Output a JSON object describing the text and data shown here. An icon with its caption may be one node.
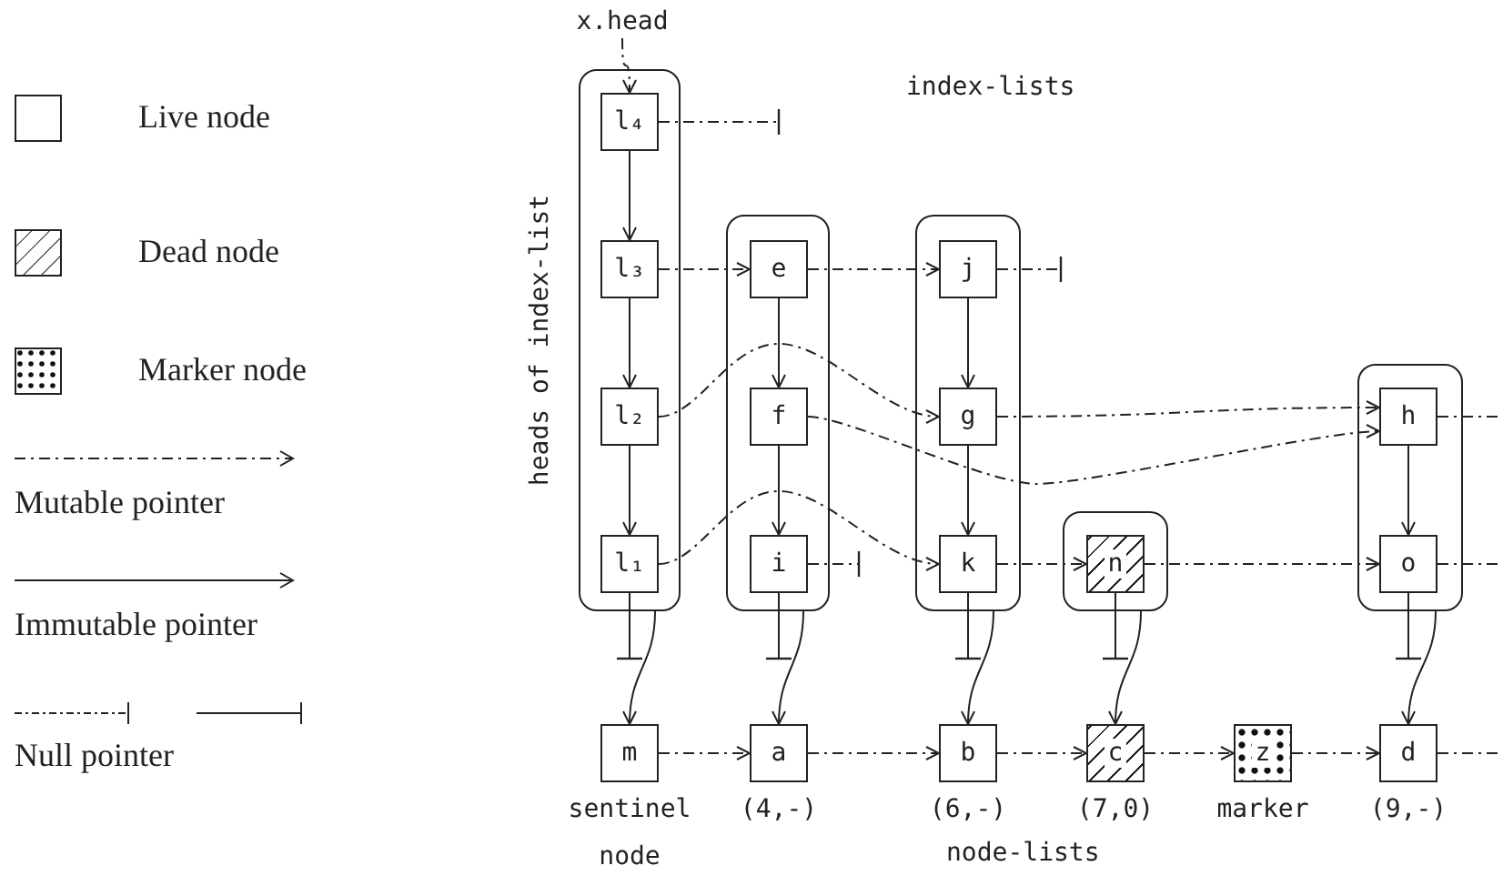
{
  "diagram": {
    "nodes": [
      {
        "text": [
          "x.head"
        ]
      },
      {
        "text": [
          "heads of index-list"
        ]
      },
      {
        "text": [
          "l₄"
        ],
        "in": 1
      },
      {
        "text": [
          "l₃"
        ],
        "in": 1
      },
      {
        "text": [
          "l₂"
        ],
        "in": 1
      },
      {
        "text": [
          "l₁"
        ],
        "in": 1
      },
      {
        "text": [],
        "shape": "box"
      },
      {
        "text": [
          "e"
        ],
        "in": 6
      },
      {
        "text": [
          "f"
        ],
        "in": 6
      },
      {
        "text": [
          "i"
        ],
        "in": 6
      },
      {
        "text": [],
        "shape": "box"
      },
      {
        "text": [
          "j"
        ],
        "in": 10
      },
      {
        "text": [
          "g"
        ],
        "in": 10
      },
      {
        "text": [
          "k"
        ],
        "in": 10
      },
      {
        "text": [],
        "shape": "box"
      },
      {
        "text": [
          "n"
        ],
        "in": 14
      },
      {
        "text": [],
        "shape": "box"
      },
      {
        "text": [
          "h"
        ],
        "in": 16
      },
      {
        "text": [
          "o"
        ],
        "in": 16
      },
      {
        "text": [
          "m"
        ],
        "beside": [
          "sentinel node"
        ]
      },
      {
        "text": [
          "a"
        ],
        "beside": [
          "(4,-)"
        ]
      },
      {
        "text": [
          "b"
        ],
        "beside": [
          "(6,-)"
        ]
      },
      {
        "text": [
          "c"
        ],
        "beside": [
          "(7,0)"
        ]
      },
      {
        "text": [
          "z"
        ],
        "beside": [
          "marker"
        ]
      },
      {
        "text": [
          "d"
        ],
        "beside": [
          "(9,-)"
        ]
      }
    ],
    "edges": [
      {
        "from": 0,
        "to": 2,
        "arrow": "to",
        "style": "dashed"
      },
      {
        "from": 2,
        "to": null,
        "arrow": "other",
        "style": "dashed"
      },
      {
        "from": 2,
        "to": 3,
        "arrow": "to"
      },
      {
        "from": 3,
        "to": 7,
        "arrow": "to",
        "style": "dashed"
      },
      {
        "from": 7,
        "to": 11,
        "arrow": "to",
        "style": "dashed"
      },
      {
        "from": 11,
        "to": null,
        "arrow": "other",
        "style": "dashed"
      },
      {
        "from": 3,
        "to": 4,
        "arrow": "to"
      },
      {
        "from": 7,
        "to": 8,
        "arrow": "to"
      },
      {
        "from": 11,
        "to": 12,
        "arrow": "to"
      },
      {
        "from": 4,
        "to": 12,
        "arrow": "to",
        "style": "dashed"
      },
      {
        "from": 12,
        "to": 17,
        "arrow": "to",
        "style": "dashed"
      },
      {
        "from": 8,
        "to": 17,
        "arrow": "to",
        "style": "dashed"
      },
      {
        "from": 17,
        "to": null,
        "arrow": "none",
        "style": "dashed"
      },
      {
        "from": 4,
        "to": 5,
        "arrow": "to"
      },
      {
        "from": 8,
        "to": 9,
        "arrow": "to"
      },
      {
        "from": 12,
        "to": 13,
        "arrow": "to"
      },
      {
        "from": 17,
        "to": 18,
        "arrow": "to"
      },
      {
        "from": 5,
        "to": 13,
        "arrow": "to",
        "style": "dashed"
      },
      {
        "from": 9,
        "to": null,
        "arrow": "other",
        "style": "dashed"
      },
      {
        "from": 13,
        "to": 15,
        "arrow": "to",
        "style": "dashed"
      },
      {
        "from": 15,
        "to": 18,
        "arrow": "to",
        "style": "dashed"
      },
      {
        "from": 18,
        "to": null,
        "arrow": "none",
        "style": "dashed"
      },
      {
        "from": 5,
        "to": null,
        "arrow": "other"
      },
      {
        "from": 9,
        "to": null,
        "arrow": "other"
      },
      {
        "from": 13,
        "to": null,
        "arrow": "other"
      },
      {
        "from": 15,
        "to": null,
        "arrow": "other"
      },
      {
        "from": 18,
        "to": null,
        "arrow": "other"
      },
      {
        "from": 1,
        "to": 19,
        "arrow": "to"
      },
      {
        "from": 6,
        "to": 20,
        "arrow": "to"
      },
      {
        "from": 10,
        "to": 21,
        "arrow": "to"
      },
      {
        "from": 14,
        "to": 22,
        "arrow": "to"
      },
      {
        "from": 16,
        "to": 24,
        "arrow": "to"
      },
      {
        "from": 19,
        "to": 20,
        "arrow": "to",
        "style": "dashed"
      },
      {
        "from": 20,
        "to": 21,
        "arrow": "to",
        "style": "dashed"
      },
      {
        "from": 21,
        "to": 22,
        "arrow": "to",
        "style": "dashed"
      },
      {
        "from": 22,
        "to": 23,
        "arrow": "to",
        "style": "dashed"
      },
      {
        "from": 23,
        "to": 24,
        "arrow": "to",
        "style": "dashed"
      },
      {
        "from": 24,
        "to": null,
        "arrow": "none",
        "style": "dashed"
      }
    ],
    "labels": [
      "index-lists",
      "node-lists"
    ],
    "legend": [
      {
        "text": "Live node"
      },
      {
        "text": "Dead node"
      },
      {
        "text": "Marker node"
      },
      {
        "text": "Mutable pointer"
      },
      {
        "text": "Immutable pointer"
      },
      {
        "text": "Null pointer"
      }
    ]
  }
}
